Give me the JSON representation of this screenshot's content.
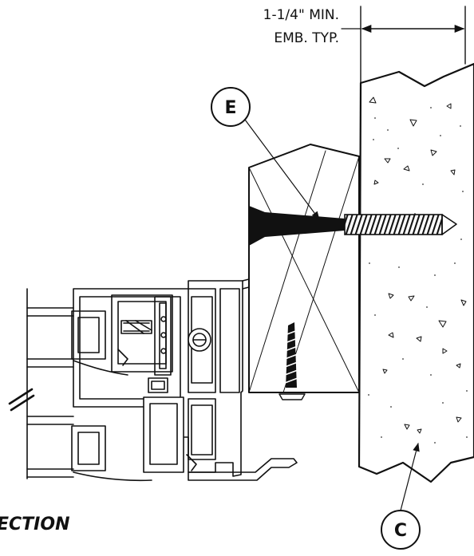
{
  "dimension": {
    "line1": "1-1/4\" MIN.",
    "line2": "EMB. TYP."
  },
  "callouts": {
    "top": "E",
    "bottom": "C"
  },
  "section_label": "ECTION",
  "colors": {
    "ink": "#111111",
    "background": "#ffffff"
  }
}
